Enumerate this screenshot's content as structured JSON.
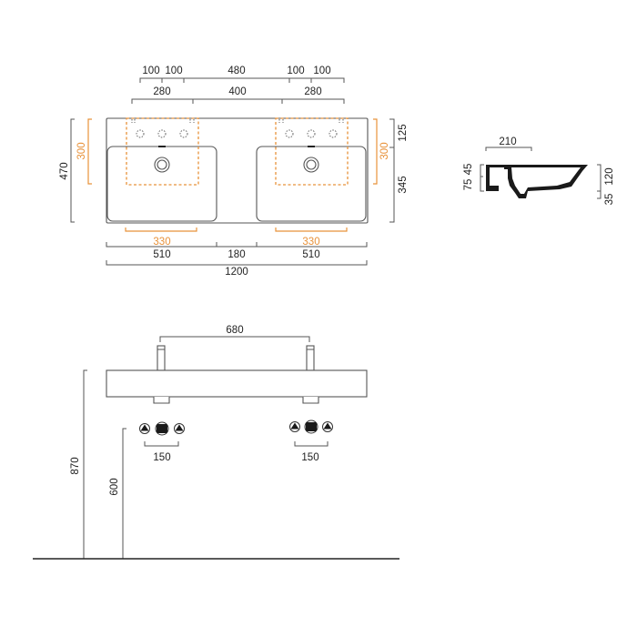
{
  "colors": {
    "line": "#555555",
    "text": "#222222",
    "accent": "#e8923a",
    "fill_dark": "#1a1a1a"
  },
  "top_view": {
    "dims_row1": [
      "100",
      "100",
      "480",
      "100",
      "100"
    ],
    "dims_row2": [
      "280",
      "400",
      "280"
    ],
    "left_total": "470",
    "left_orange": "300",
    "right_orange": "300",
    "right_top": "125",
    "right_bottom": "345",
    "bottom_orange_left": "330",
    "bottom_orange_right": "330",
    "bottom_row1": [
      "510",
      "180",
      "510"
    ],
    "bottom_total": "1200"
  },
  "section_view": {
    "width": "210",
    "left_dims": [
      "75",
      "45"
    ],
    "right_dims": [
      "35",
      "120"
    ]
  },
  "front_view": {
    "tap_spacing": "680",
    "height_top": "870",
    "height_valves": "600",
    "valve_spacing_left": "150",
    "valve_spacing_right": "150"
  }
}
